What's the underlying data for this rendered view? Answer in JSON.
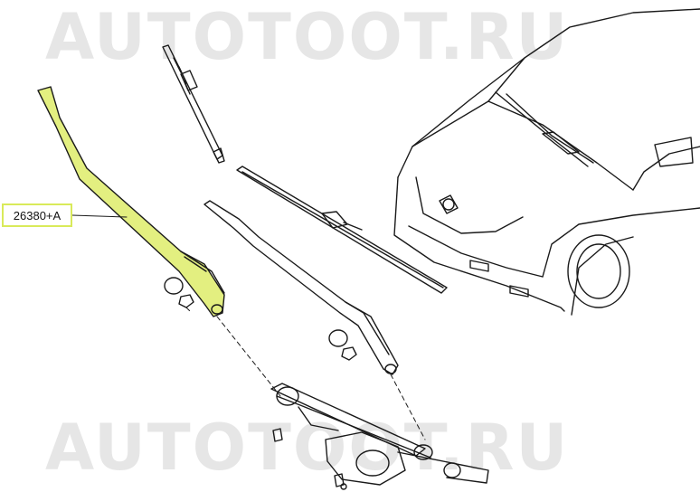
{
  "watermark": {
    "top_text": "AUTOTOOT.RU",
    "bottom_text": "AUTOTOOT.RU",
    "color": "#e6e6e6"
  },
  "callout": {
    "part_number": "26380+A",
    "highlight_color": "#d9ea5a"
  },
  "parts": [
    {
      "name": "wiper-blade-left"
    },
    {
      "name": "wiper-blade-right"
    },
    {
      "name": "wiper-arm-driver",
      "highlighted": true
    },
    {
      "name": "wiper-arm-passenger"
    },
    {
      "name": "pivot-cap"
    },
    {
      "name": "pivot-nut"
    },
    {
      "name": "wiper-linkage"
    },
    {
      "name": "wiper-motor"
    },
    {
      "name": "mounting-bolt"
    },
    {
      "name": "vehicle-front-view"
    }
  ]
}
